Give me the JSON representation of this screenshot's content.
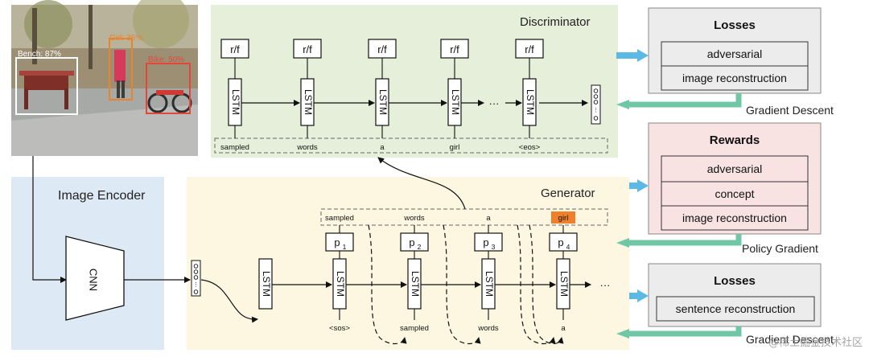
{
  "photo": {
    "detections": [
      {
        "label": "Bench: 87%",
        "color": "#ffffff"
      },
      {
        "label": "Girl: 36%",
        "color": "#e8842c"
      },
      {
        "label": "Bike: 50%",
        "color": "#e4473a"
      }
    ]
  },
  "encoder": {
    "title": "Image Encoder",
    "cnn_label": "CNN"
  },
  "discriminator": {
    "title": "Discriminator",
    "rf_label": "r/f",
    "lstm_label": "LSTM",
    "ellipsis": "···",
    "tokens": [
      "sampled",
      "words",
      "a",
      "girl",
      "<eos>"
    ]
  },
  "generator": {
    "title": "Generator",
    "lstm_label": "LSTM",
    "ellipsis": "···",
    "top_tokens": [
      "sampled",
      "words",
      "a",
      "girl"
    ],
    "prob_labels": [
      "p",
      "p",
      "p",
      "p"
    ],
    "prob_subs": [
      "1",
      "2",
      "3",
      "4"
    ],
    "input_tokens": [
      "<sos>",
      "sampled",
      "words",
      "a"
    ]
  },
  "panels": {
    "losses_top": {
      "title": "Losses",
      "items": [
        "adversarial",
        "image reconstruction"
      ],
      "feedback": "Gradient Descent"
    },
    "rewards": {
      "title": "Rewards",
      "items": [
        "adversarial",
        "concept",
        "image reconstruction"
      ],
      "feedback": "Policy Gradient"
    },
    "losses_bottom": {
      "title": "Losses",
      "items": [
        "sentence reconstruction"
      ],
      "feedback": "Gradient Descent"
    }
  },
  "watermark": "@稀土掘金技术社区",
  "colors": {
    "disc_bg": "#e6efda",
    "gen_bg": "#fdf6e1",
    "enc_bg": "#dde9f4",
    "panel_gray": "#ececec",
    "panel_pink": "#f8e3e2",
    "blue_arrow": "#5cb8e4",
    "green_arrow": "#6fc7a5",
    "highlight": "#f07f2c"
  }
}
